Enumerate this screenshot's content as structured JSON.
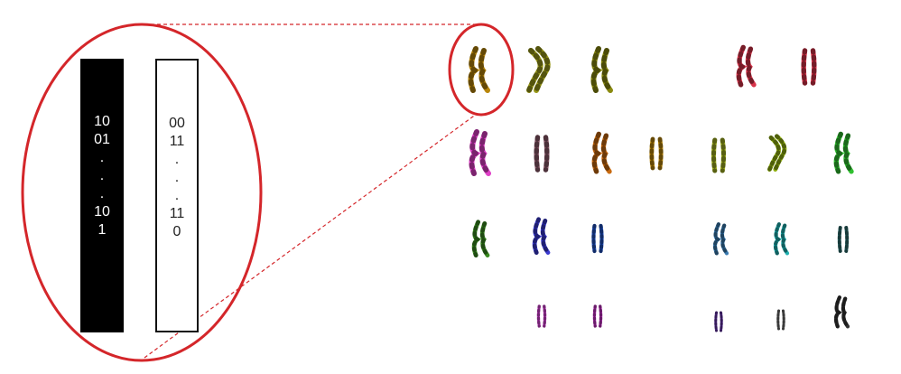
{
  "zoom_panel": {
    "strand_dark": {
      "lines": [
        "10",
        "01",
        ".",
        ".",
        ".",
        "10",
        "1"
      ],
      "background": "#000000",
      "text_color": "#ffffff"
    },
    "strand_light": {
      "lines": [
        "00",
        "11",
        ".",
        ".",
        ".",
        "11",
        "0"
      ],
      "background": "#ffffff",
      "text_color": "#222222"
    },
    "outline_color": "#d4262a"
  },
  "karyotype": {
    "chromosomes": [
      {
        "row": 1,
        "color": "#b8860b",
        "shape": "x",
        "highlighted": true
      },
      {
        "row": 1,
        "color": "#9a9a1a",
        "shape": "arc"
      },
      {
        "row": 1,
        "color": "#8a8a10",
        "shape": "x"
      },
      {
        "row": 1,
        "color": "#d8334a",
        "shape": "x"
      },
      {
        "row": 1,
        "color": "#d8334a",
        "shape": "pair"
      },
      {
        "row": 2,
        "color": "#e040c8",
        "shape": "x"
      },
      {
        "row": 2,
        "color": "#8a5a6a",
        "shape": "pair"
      },
      {
        "row": 2,
        "color": "#c86a10",
        "shape": "x"
      },
      {
        "row": 2,
        "color": "#b8860b",
        "shape": "pair"
      },
      {
        "row": 2,
        "color": "#a0b020",
        "shape": "pair"
      },
      {
        "row": 2,
        "color": "#90b010",
        "shape": "arc"
      },
      {
        "row": 2,
        "color": "#30c030",
        "shape": "x"
      },
      {
        "row": 3,
        "color": "#3a8a20",
        "shape": "x"
      },
      {
        "row": 3,
        "color": "#3a3ad0",
        "shape": "x"
      },
      {
        "row": 3,
        "color": "#2050c0",
        "shape": "pair"
      },
      {
        "row": 3,
        "color": "#3a7ab0",
        "shape": "x"
      },
      {
        "row": 3,
        "color": "#20b0b0",
        "shape": "x"
      },
      {
        "row": 3,
        "color": "#2a6a6a",
        "shape": "pair"
      },
      {
        "row": 4,
        "color": "#d040d0",
        "shape": "pair"
      },
      {
        "row": 4,
        "color": "#c030c0",
        "shape": "pair"
      },
      {
        "row": 4,
        "color": "#6030a0",
        "shape": "pair"
      },
      {
        "row": 4,
        "color": "#666666",
        "shape": "pair"
      },
      {
        "row": 4,
        "color": "#333333",
        "shape": "x"
      }
    ]
  }
}
